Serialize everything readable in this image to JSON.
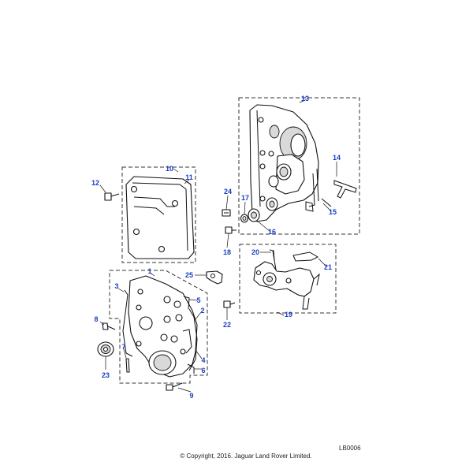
{
  "diagram": {
    "callouts": {
      "c1": "1",
      "c2": "2",
      "c3": "3",
      "c4": "4",
      "c5": "5",
      "c6": "6",
      "c7": "7",
      "c8": "8",
      "c9": "9",
      "c10": "10",
      "c11": "11",
      "c12": "12",
      "c13": "13",
      "c14": "14",
      "c15": "15",
      "c16": "16",
      "c17": "17",
      "c18": "18",
      "c19": "19",
      "c20": "20",
      "c21": "21",
      "c22": "22",
      "c23": "23",
      "c24": "24",
      "c25": "25"
    },
    "reference_code": "LB0006",
    "copyright": "© Copyright, 2016. Jaguar Land Rover Limited.",
    "colors": {
      "callout": "#1a3fc4",
      "line": "#111111"
    }
  }
}
